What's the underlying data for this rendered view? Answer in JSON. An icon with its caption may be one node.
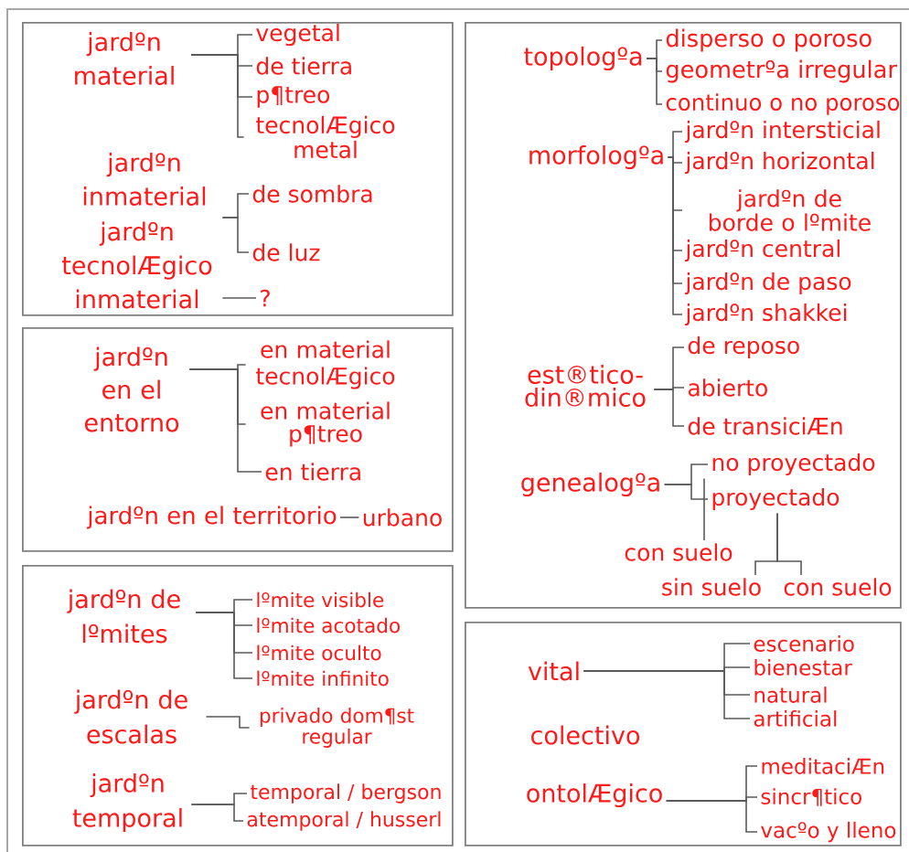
{
  "diagram": {
    "nodes": [
      {
        "text": [],
        "shape": "box"
      },
      {
        "text": [
          "jardºn material"
        ],
        "in": 0
      },
      {
        "text": [
          "vegetal"
        ],
        "in": 0
      },
      {
        "text": [
          "de tierra"
        ],
        "in": 0
      },
      {
        "text": [
          "p¶treo"
        ],
        "in": 0
      },
      {
        "text": [
          "tecnolÆgico metal"
        ],
        "in": 0
      },
      {
        "text": [
          "jardºn inmaterial"
        ],
        "in": 0
      },
      {
        "text": [
          "de sombra"
        ],
        "in": 0
      },
      {
        "text": [
          "de luz"
        ],
        "in": 0
      },
      {
        "text": [
          "jardºn tecnolÆgico inmaterial"
        ],
        "in": 0
      },
      {
        "text": [
          "?"
        ],
        "in": 0
      },
      {
        "text": [],
        "shape": "box"
      },
      {
        "text": [
          "jardºn en el entorno"
        ],
        "in": 11
      },
      {
        "text": [
          "en material tecnolÆgico"
        ],
        "in": 11
      },
      {
        "text": [
          "en material p¶treo"
        ],
        "in": 11
      },
      {
        "text": [
          "en tierra"
        ],
        "in": 11
      },
      {
        "text": [
          "jardºn en el territorio"
        ],
        "in": 11
      },
      {
        "text": [
          "urbano"
        ],
        "in": 11
      },
      {
        "text": [],
        "shape": "box"
      },
      {
        "text": [
          "jardºn de lºmites"
        ],
        "in": 18
      },
      {
        "text": [
          "lºmite visible"
        ],
        "in": 18
      },
      {
        "text": [
          "lºmite acotado"
        ],
        "in": 18
      },
      {
        "text": [
          "lºmite oculto"
        ],
        "in": 18
      },
      {
        "text": [
          "lºmite infinito"
        ],
        "in": 18
      },
      {
        "text": [
          "jardºn de escalas"
        ],
        "in": 18
      },
      {
        "text": [
          "privado dom¶st regular"
        ],
        "in": 18
      },
      {
        "text": [
          "jardºn temporal"
        ],
        "in": 18
      },
      {
        "text": [
          "temporal / bergson"
        ],
        "in": 18
      },
      {
        "text": [
          "atemporal / husserl"
        ],
        "in": 18
      },
      {
        "text": [],
        "shape": "box"
      },
      {
        "text": [
          "topologºa"
        ],
        "in": 29
      },
      {
        "text": [
          "disperso o poroso"
        ],
        "in": 29
      },
      {
        "text": [
          "geometrºa irregular"
        ],
        "in": 29
      },
      {
        "text": [
          "continuo o no poroso"
        ],
        "in": 29
      },
      {
        "text": [
          "morfologºa"
        ],
        "in": 29
      },
      {
        "text": [
          "jardºn intersticial"
        ],
        "in": 29
      },
      {
        "text": [
          "jardºn horizontal"
        ],
        "in": 29
      },
      {
        "text": [
          "jardºn de borde o lºmite"
        ],
        "in": 29
      },
      {
        "text": [
          "jardºn central"
        ],
        "in": 29
      },
      {
        "text": [
          "jardºn de paso"
        ],
        "in": 29
      },
      {
        "text": [
          "jardºn shakkei"
        ],
        "in": 29
      },
      {
        "text": [
          "est®tico- din®mico"
        ],
        "in": 29
      },
      {
        "text": [
          "de reposo"
        ],
        "in": 29
      },
      {
        "text": [
          "abierto"
        ],
        "in": 29
      },
      {
        "text": [
          "de transiciÆn"
        ],
        "in": 29
      },
      {
        "text": [
          "genealogºa"
        ],
        "in": 29
      },
      {
        "text": [
          "no proyectado"
        ],
        "in": 29
      },
      {
        "text": [
          "proyectado"
        ],
        "in": 29
      },
      {
        "text": [
          "con suelo"
        ],
        "in": 29
      },
      {
        "text": [
          "sin suelo"
        ],
        "in": 29
      },
      {
        "text": [
          "con suelo"
        ],
        "in": 29
      },
      {
        "text": [],
        "shape": "box"
      },
      {
        "text": [
          "vital"
        ],
        "in": 51
      },
      {
        "text": [
          "colectivo"
        ],
        "in": 51
      },
      {
        "text": [
          "ontolÆgico"
        ],
        "in": 51
      },
      {
        "text": [
          "escenario"
        ],
        "in": 51
      },
      {
        "text": [
          "bienestar"
        ],
        "in": 51
      },
      {
        "text": [
          "natural"
        ],
        "in": 51
      },
      {
        "text": [
          "artificial"
        ],
        "in": 51
      },
      {
        "text": [
          "meditaciÆn"
        ],
        "in": 51
      },
      {
        "text": [
          "sincr¶tico"
        ],
        "in": 51
      },
      {
        "text": [
          "vacºo y lleno"
        ],
        "in": 51
      }
    ],
    "edges": [
      {
        "from": 1,
        "to": 2,
        "arrow": "none"
      },
      {
        "from": 1,
        "to": 3,
        "arrow": "none"
      },
      {
        "from": 1,
        "to": 4,
        "arrow": "none"
      },
      {
        "from": 1,
        "to": 5,
        "arrow": "none"
      },
      {
        "from": 9,
        "to": 7,
        "arrow": "none"
      },
      {
        "from": 9,
        "to": 8,
        "arrow": "none"
      },
      {
        "from": 9,
        "to": 10,
        "arrow": "none"
      },
      {
        "from": 12,
        "to": 13,
        "arrow": "none"
      },
      {
        "from": 12,
        "to": 14,
        "arrow": "none"
      },
      {
        "from": 12,
        "to": 15,
        "arrow": "none"
      },
      {
        "from": 16,
        "to": 17,
        "arrow": "none"
      },
      {
        "from": 19,
        "to": 20,
        "arrow": "none"
      },
      {
        "from": 19,
        "to": 21,
        "arrow": "none"
      },
      {
        "from": 19,
        "to": 22,
        "arrow": "none"
      },
      {
        "from": 19,
        "to": 23,
        "arrow": "none"
      },
      {
        "from": 24,
        "to": 25,
        "arrow": "none"
      },
      {
        "from": 26,
        "to": 27,
        "arrow": "none"
      },
      {
        "from": 26,
        "to": 28,
        "arrow": "none"
      },
      {
        "from": 30,
        "to": 31,
        "arrow": "none"
      },
      {
        "from": 30,
        "to": 32,
        "arrow": "none"
      },
      {
        "from": 30,
        "to": 33,
        "arrow": "none"
      },
      {
        "from": 34,
        "to": 35,
        "arrow": "none"
      },
      {
        "from": 34,
        "to": 36,
        "arrow": "none"
      },
      {
        "from": 34,
        "to": 37,
        "arrow": "none"
      },
      {
        "from": 34,
        "to": 38,
        "arrow": "none"
      },
      {
        "from": 34,
        "to": 39,
        "arrow": "none"
      },
      {
        "from": 34,
        "to": 40,
        "arrow": "none"
      },
      {
        "from": 41,
        "to": 42,
        "arrow": "none"
      },
      {
        "from": 41,
        "to": 43,
        "arrow": "none"
      },
      {
        "from": 41,
        "to": 44,
        "arrow": "none"
      },
      {
        "from": 45,
        "to": 46,
        "arrow": "none"
      },
      {
        "from": 45,
        "to": 47,
        "arrow": "none"
      },
      {
        "from": 46,
        "to": 48,
        "arrow": "none"
      },
      {
        "from": 47,
        "to": 49,
        "arrow": "none"
      },
      {
        "from": 47,
        "to": 50,
        "arrow": "none"
      },
      {
        "from": 52,
        "to": 55,
        "arrow": "none"
      },
      {
        "from": 52,
        "to": 56,
        "arrow": "none"
      },
      {
        "from": 52,
        "to": 57,
        "arrow": "none"
      },
      {
        "from": 52,
        "to": 58,
        "arrow": "none"
      },
      {
        "from": 54,
        "to": 59,
        "arrow": "none"
      },
      {
        "from": 54,
        "to": 60,
        "arrow": "none"
      },
      {
        "from": 54,
        "to": 61,
        "arrow": "none"
      }
    ]
  }
}
